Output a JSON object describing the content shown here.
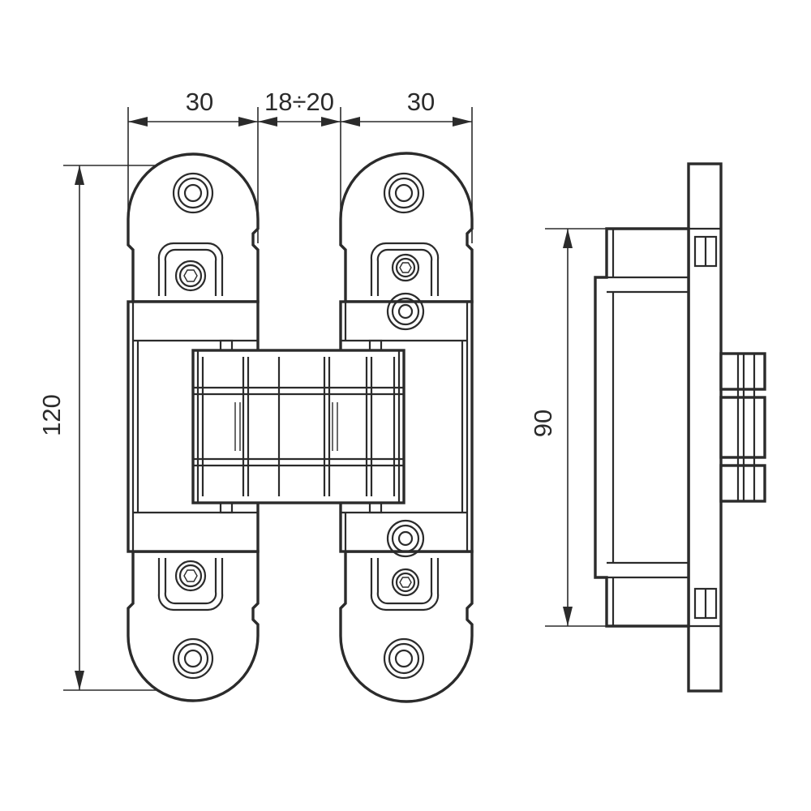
{
  "dimensions": {
    "left_leaf_width": "30",
    "gap_width": "18÷20",
    "right_leaf_width": "30",
    "overall_height": "120",
    "side_height": "90"
  },
  "colors": {
    "line": "#2b2b2b",
    "background": "#ffffff"
  }
}
